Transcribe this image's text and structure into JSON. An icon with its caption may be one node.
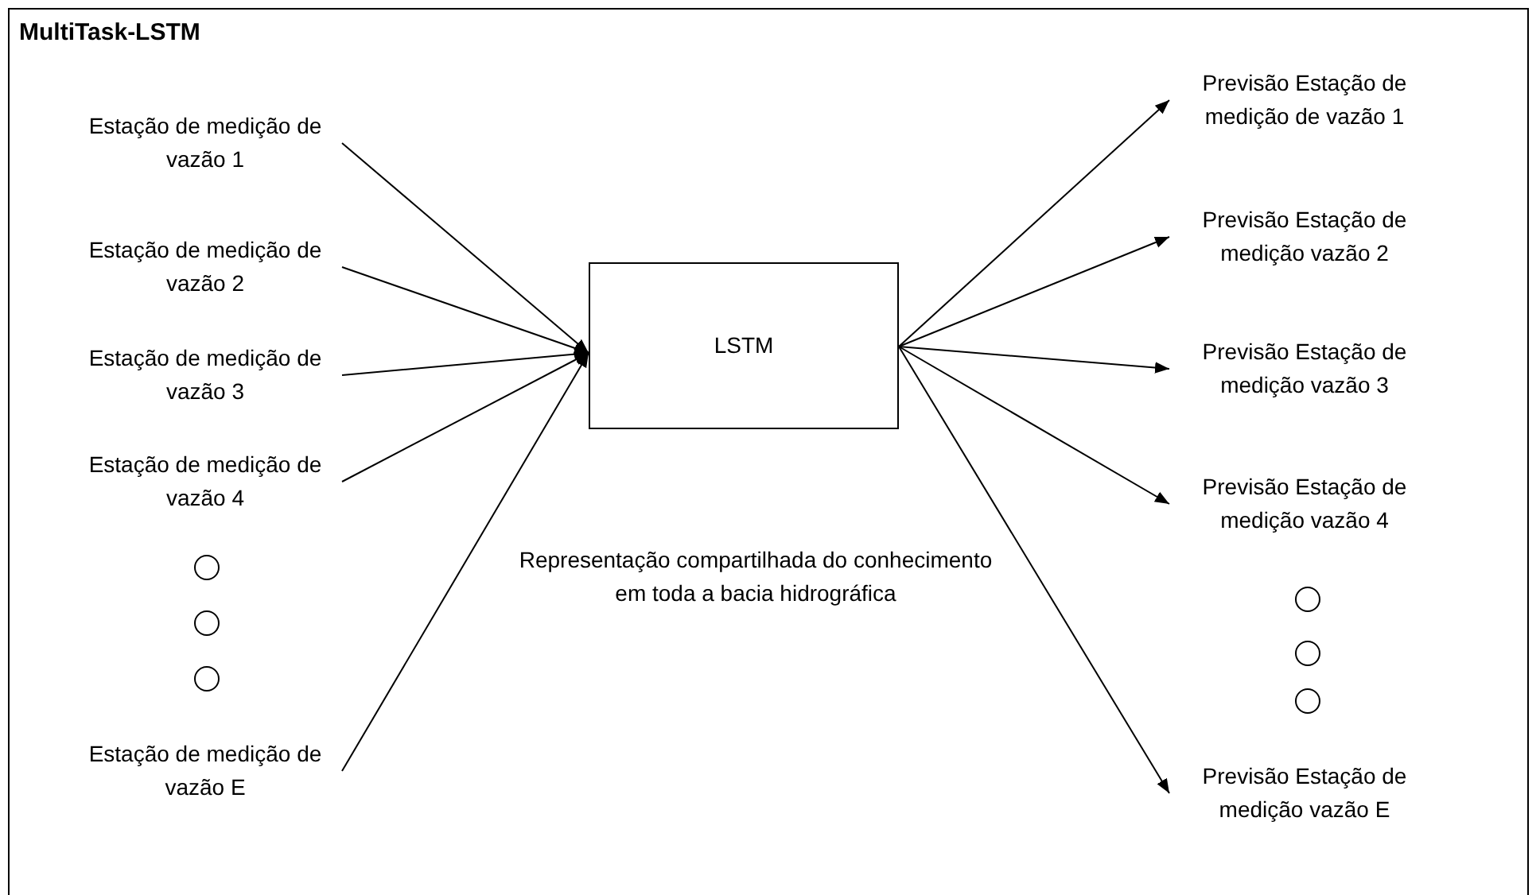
{
  "diagram": {
    "title": "MultiTask-LSTM",
    "nodes": [
      {
        "text": [
          "Estação de medição de vazão 1"
        ]
      },
      {
        "text": [
          "Estação de medição de vazão 2"
        ]
      },
      {
        "text": [
          "Estação de medição de vazão 3"
        ]
      },
      {
        "text": [
          "Estação de medição de vazão 4"
        ]
      },
      {
        "text": [],
        "shape": "circle"
      },
      {
        "text": [],
        "shape": "circle"
      },
      {
        "text": [],
        "shape": "circle"
      },
      {
        "text": [
          "Estação de medição de vazão E"
        ]
      },
      {
        "text": [
          "LSTM"
        ]
      },
      {
        "text": [
          "Previsão Estação de medição de vazão 1"
        ]
      },
      {
        "text": [
          "Previsão Estação de medição vazão 2"
        ]
      },
      {
        "text": [
          "Previsão Estação de medição vazão 3"
        ]
      },
      {
        "text": [
          "Previsão Estação de medição vazão 4"
        ]
      },
      {
        "text": [],
        "shape": "circle"
      },
      {
        "text": [],
        "shape": "circle"
      },
      {
        "text": [],
        "shape": "circle"
      },
      {
        "text": [
          "Previsão Estação de medição vazão E"
        ]
      }
    ],
    "edges": [
      {
        "from": 0,
        "to": 8,
        "arrow": "to"
      },
      {
        "from": 1,
        "to": 8,
        "arrow": "to"
      },
      {
        "from": 2,
        "to": 8,
        "arrow": "to"
      },
      {
        "from": 3,
        "to": 8,
        "arrow": "to"
      },
      {
        "from": 7,
        "to": 8,
        "arrow": "to"
      },
      {
        "from": 8,
        "to": 9,
        "arrow": "to"
      },
      {
        "from": 8,
        "to": 10,
        "arrow": "to"
      },
      {
        "from": 8,
        "to": 11,
        "arrow": "to"
      },
      {
        "from": 8,
        "to": 12,
        "arrow": "to"
      },
      {
        "from": 8,
        "to": 16,
        "arrow": "to"
      }
    ],
    "labels": [
      "Representação compartilhada do conhecimento em toda a bacia hidrográfica"
    ]
  }
}
